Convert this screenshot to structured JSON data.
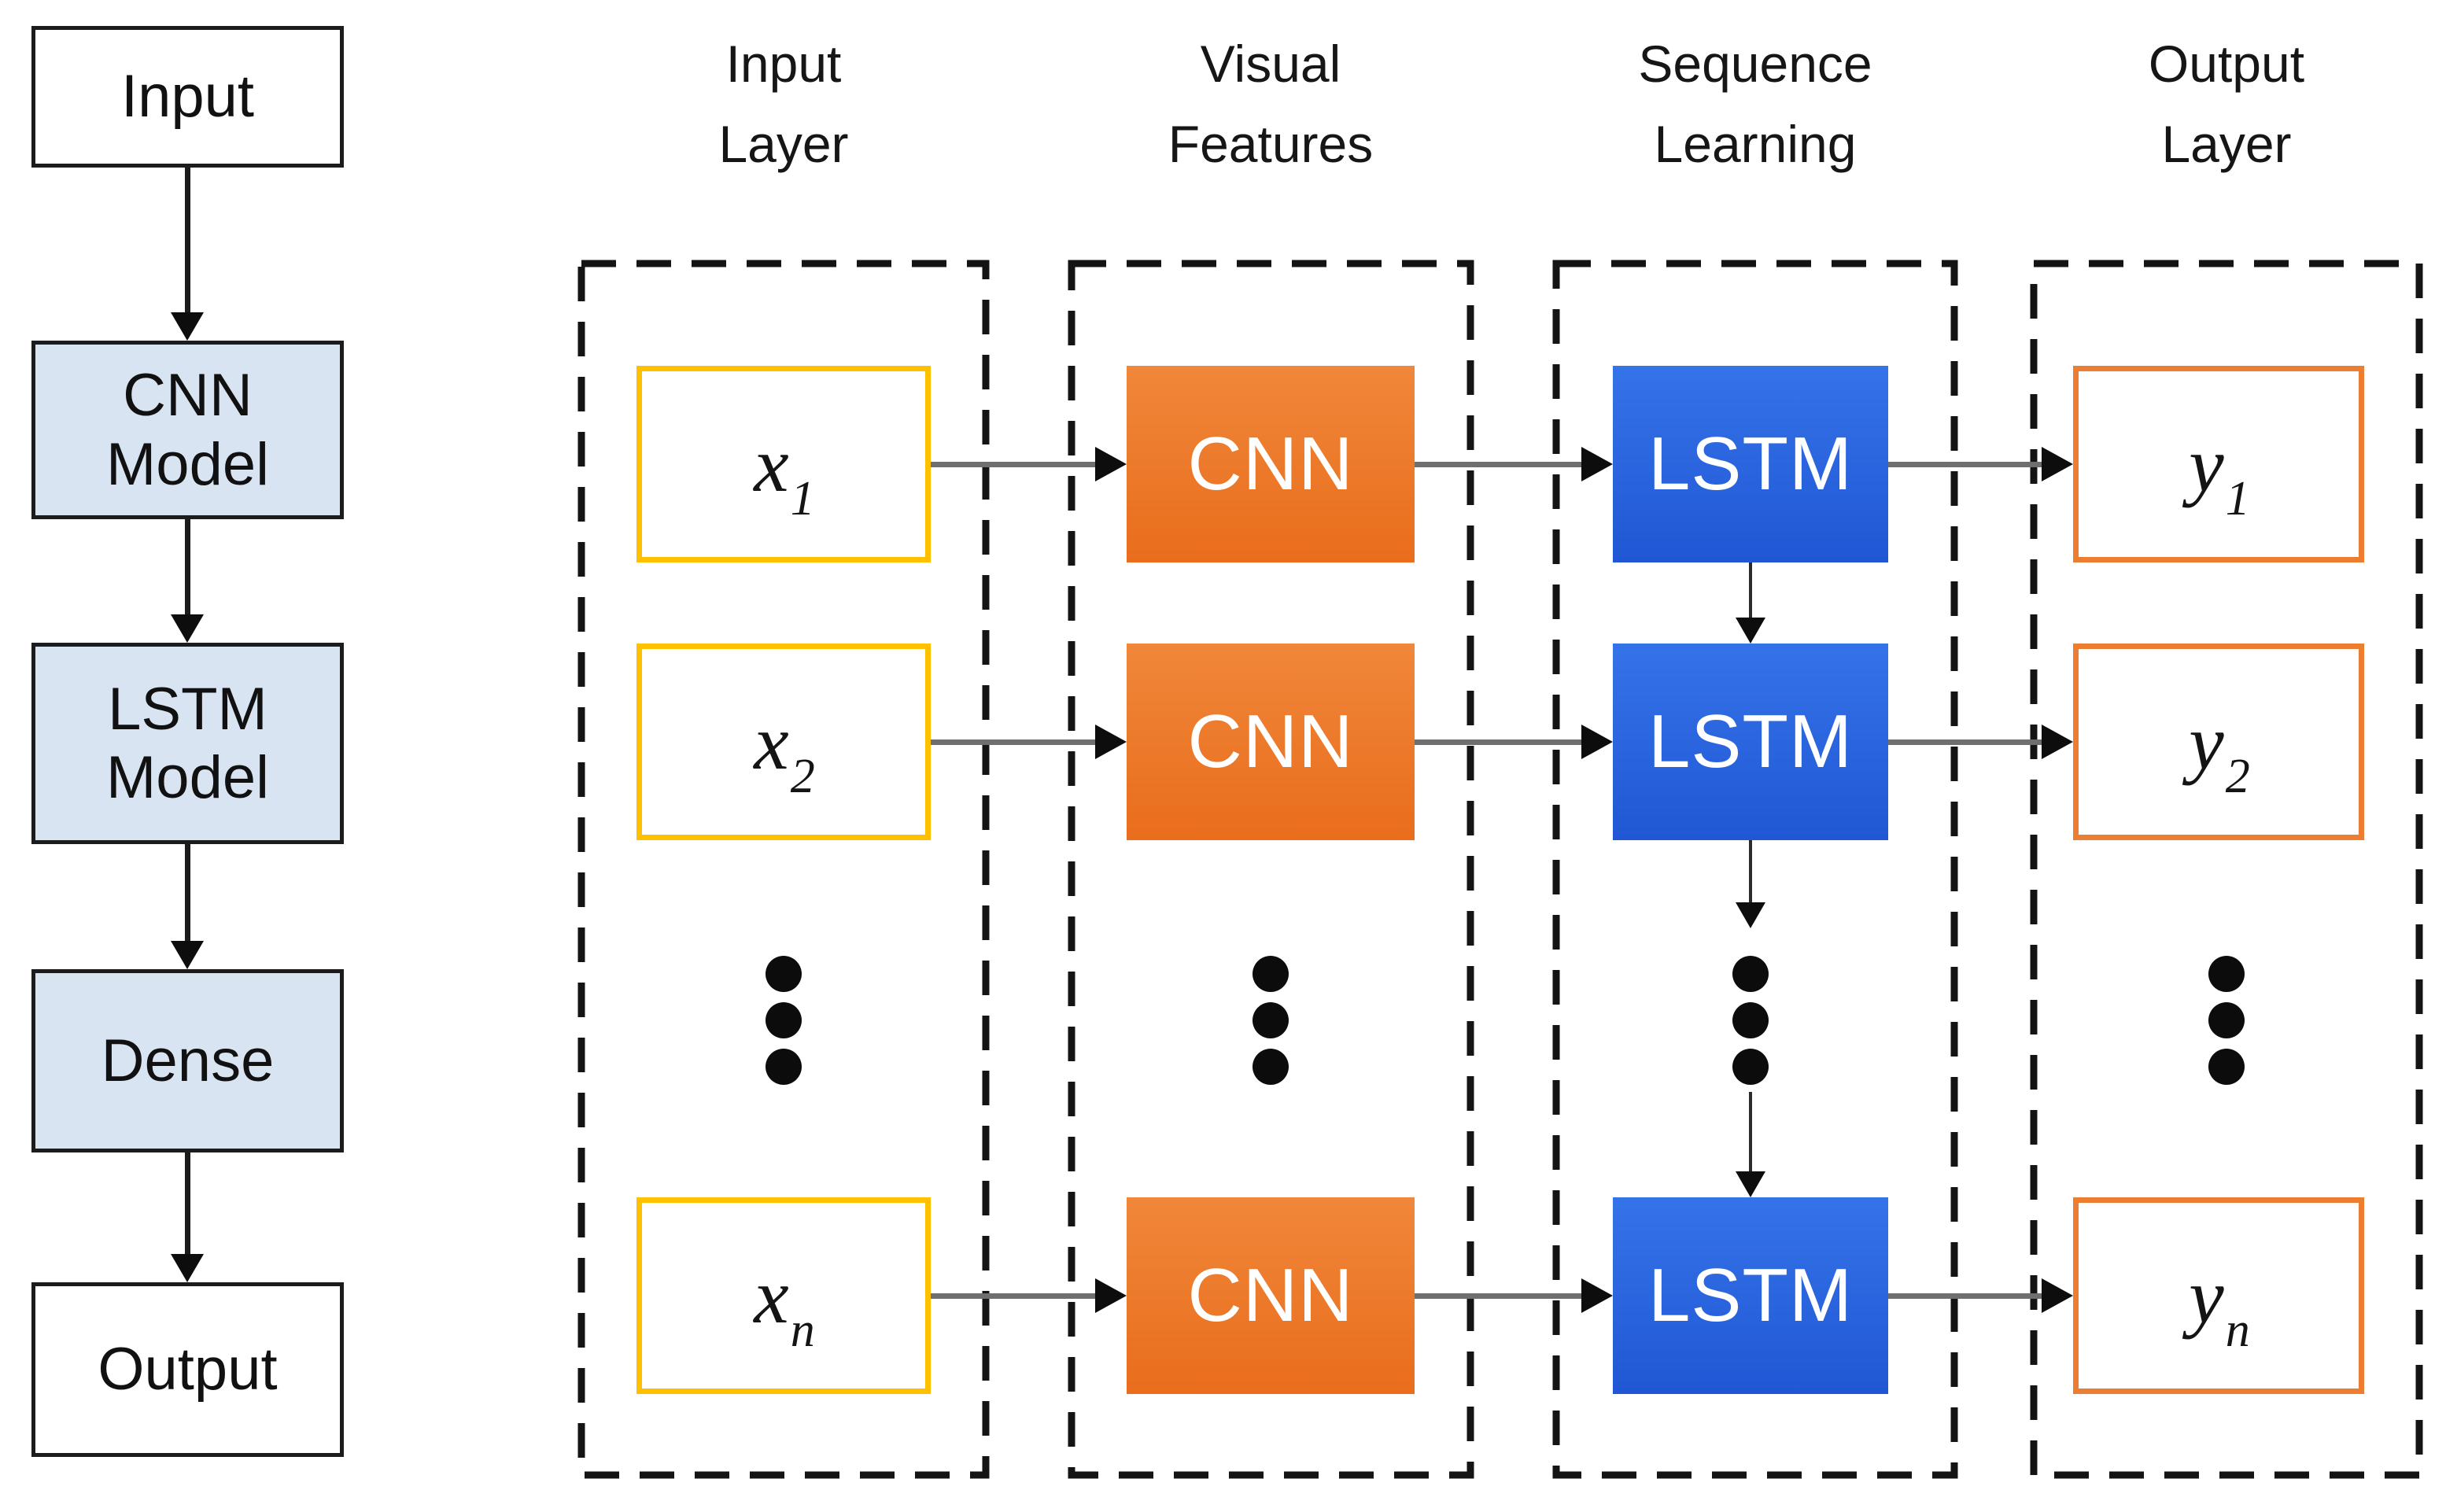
{
  "left_flow": {
    "nodes": [
      {
        "id": "input",
        "label": "Input",
        "fill": "white"
      },
      {
        "id": "cnn-model",
        "label": "CNN Model",
        "fill": "lightblue"
      },
      {
        "id": "lstm-model",
        "label": "LSTM Model",
        "fill": "lightblue"
      },
      {
        "id": "dense",
        "label": "Dense",
        "fill": "lightblue"
      },
      {
        "id": "output",
        "label": "Output",
        "fill": "white"
      }
    ]
  },
  "columns": [
    {
      "id": "input-layer",
      "line1": "Input",
      "line2": "Layer"
    },
    {
      "id": "visual-features",
      "line1": "Visual",
      "line2": "Features"
    },
    {
      "id": "sequence-learning",
      "line1": "Sequence",
      "line2": "Learning"
    },
    {
      "id": "output-layer",
      "line1": "Output",
      "line2": "Layer"
    }
  ],
  "rows": [
    {
      "x_base": "x",
      "x_sub": "1",
      "cnn": "CNN",
      "lstm": "LSTM",
      "y_base": "y",
      "y_sub": "1"
    },
    {
      "x_base": "x",
      "x_sub": "2",
      "cnn": "CNN",
      "lstm": "LSTM",
      "y_base": "y",
      "y_sub": "2"
    },
    {
      "x_base": "x",
      "x_sub": "n",
      "cnn": "CNN",
      "lstm": "LSTM",
      "y_base": "y",
      "y_sub": "n"
    }
  ],
  "colors": {
    "input_box_border": "#FFC000",
    "output_box_border": "#ED7D31",
    "cnn_fill": "#ED7D31",
    "lstm_fill": "#2563DF",
    "model_node_fill": "#D8E4F2",
    "dashed_boundary": "#141414"
  }
}
